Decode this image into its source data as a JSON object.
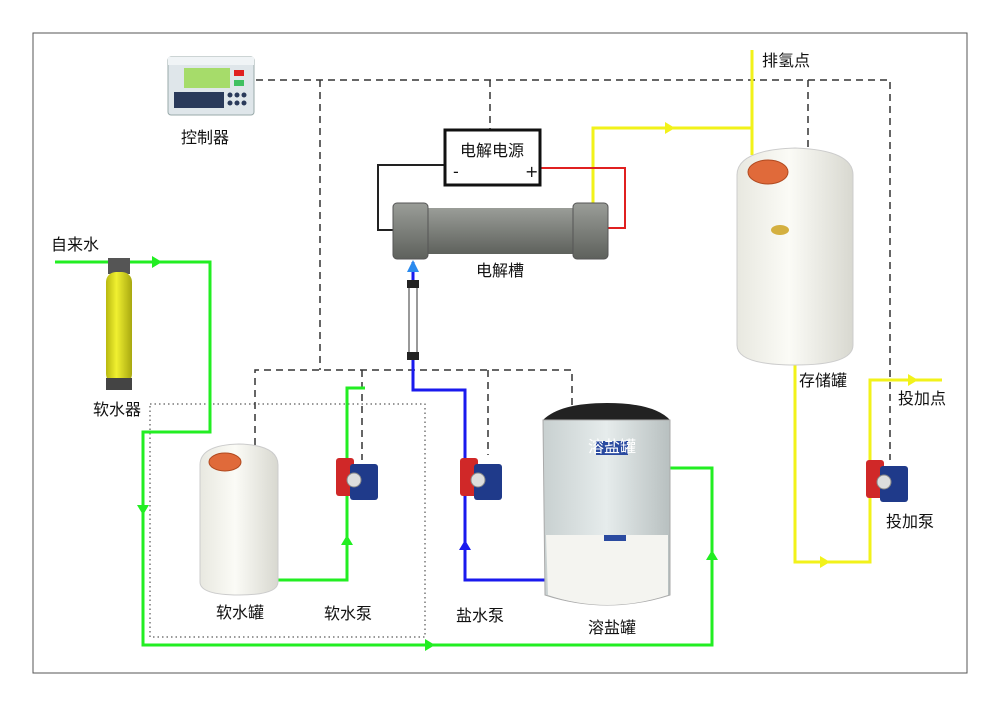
{
  "labels": {
    "controller": "控制器",
    "power_supply": "电解电源",
    "power_minus": "-",
    "power_plus": "+",
    "electrolyzer": "电解槽",
    "hydrogen_vent": "排氢点",
    "storage_tank": "存储罐",
    "dosing_point": "投加点",
    "dosing_pump": "投加泵",
    "tap_water": "自来水",
    "softener": "软水器",
    "soft_water_tank": "软水罐",
    "soft_water_pump": "软水泵",
    "brine_pump": "盐水泵",
    "salt_tank": "溶盐罐",
    "salt_tank_plate": "溶盐罐"
  },
  "colors": {
    "water_line": "#22ee22",
    "brine_line": "#1a1aee",
    "product_line": "#f2f21a",
    "positive_wire": "#e02020",
    "negative_wire": "#222222",
    "control_line": "#333333",
    "electrolyzer_body": "#7c7f7a",
    "softener_body": "#e6e620"
  }
}
